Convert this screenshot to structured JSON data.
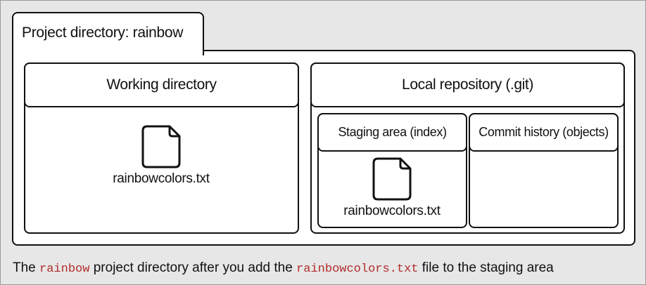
{
  "project_tab": {
    "label": "Project directory: rainbow"
  },
  "working_directory": {
    "title": "Working directory",
    "file": {
      "name": "rainbowcolors.txt",
      "icon": "file-icon"
    }
  },
  "local_repository": {
    "title": "Local repository (.git)",
    "staging_area": {
      "title": "Staging area (index)",
      "file": {
        "name": "rainbowcolors.txt",
        "icon": "file-icon"
      }
    },
    "commit_history": {
      "title": "Commit history (objects)"
    }
  },
  "caption": {
    "part1": "The ",
    "code1": "rainbow",
    "part2": " project directory after you add the ",
    "code2": "rainbowcolors.txt",
    "part3": " file to the staging area"
  }
}
